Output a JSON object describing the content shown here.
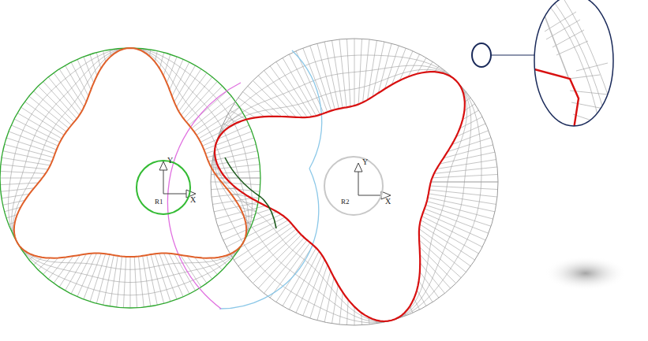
{
  "diagram": {
    "nodes": [
      {
        "text": [
          "R1"
        ]
      },
      {
        "text": [
          "R2"
        ]
      }
    ],
    "labels": [
      "Y",
      "X",
      "Y",
      "X"
    ]
  }
}
